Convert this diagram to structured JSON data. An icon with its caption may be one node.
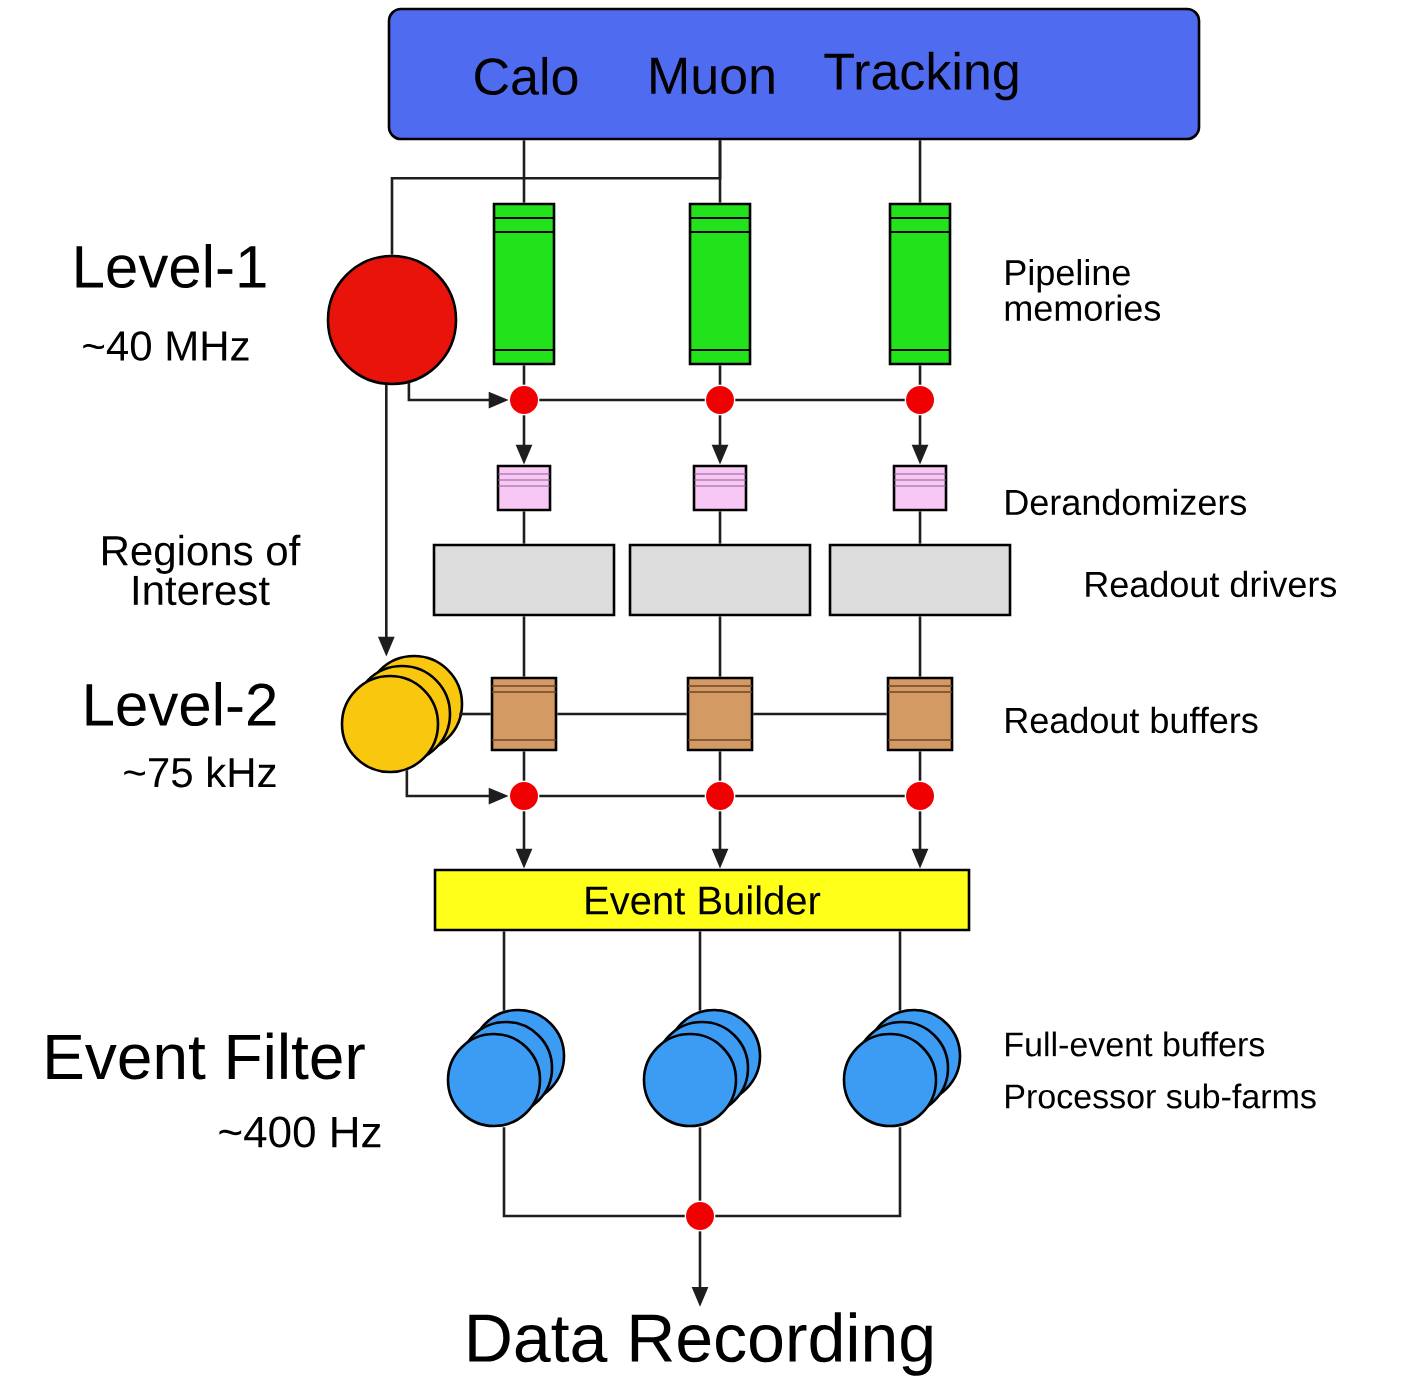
{
  "diagram": {
    "nodes": [
      {
        "text": [
          "Calo",
          "Muon",
          "Tracking"
        ]
      },
      {
        "text": [],
        "shape": "circle",
        "beside": [
          "Level-1",
          "~40 MHz"
        ]
      },
      {
        "text": [],
        "shape": "bar"
      },
      {
        "text": [],
        "shape": "bar"
      },
      {
        "text": [],
        "shape": "bar"
      },
      {
        "text": [],
        "shape": "circle"
      },
      {
        "text": [],
        "shape": "circle"
      },
      {
        "text": [],
        "shape": "circle"
      },
      {
        "text": [],
        "shape": "box"
      },
      {
        "text": [],
        "shape": "box"
      },
      {
        "text": [],
        "shape": "box"
      },
      {
        "text": [],
        "shape": "box"
      },
      {
        "text": [],
        "shape": "box"
      },
      {
        "text": [],
        "shape": "box"
      },
      {
        "text": [],
        "shape": "circle",
        "beside": [
          "Level-2",
          "~75 kHz"
        ]
      },
      {
        "text": [],
        "shape": "box"
      },
      {
        "text": [],
        "shape": "box"
      },
      {
        "text": [],
        "shape": "box"
      },
      {
        "text": [],
        "shape": "circle"
      },
      {
        "text": [],
        "shape": "circle"
      },
      {
        "text": [],
        "shape": "circle"
      },
      {
        "text": [
          "Event Builder"
        ]
      },
      {
        "text": [],
        "shape": "circle"
      },
      {
        "text": [],
        "shape": "circle"
      },
      {
        "text": [],
        "shape": "circle"
      },
      {
        "text": [],
        "shape": "circle"
      },
      {
        "text": [
          "Data Recording"
        ]
      }
    ],
    "edges": [
      {
        "from": 0,
        "to": 2,
        "arrow": "none"
      },
      {
        "from": 0,
        "to": 3,
        "arrow": "none"
      },
      {
        "from": 0,
        "to": 4,
        "arrow": "none"
      },
      {
        "from": 0,
        "to": 1,
        "arrow": "none"
      },
      {
        "from": 2,
        "to": 5,
        "arrow": "none"
      },
      {
        "from": 3,
        "to": 6,
        "arrow": "none"
      },
      {
        "from": 4,
        "to": 7,
        "arrow": "none"
      },
      {
        "from": 1,
        "to": 5,
        "arrow": "to"
      },
      {
        "from": 5,
        "to": 6,
        "arrow": "none"
      },
      {
        "from": 6,
        "to": 7,
        "arrow": "none"
      },
      {
        "from": 5,
        "to": 8,
        "arrow": "to"
      },
      {
        "from": 6,
        "to": 9,
        "arrow": "to"
      },
      {
        "from": 7,
        "to": 10,
        "arrow": "to"
      },
      {
        "from": 8,
        "to": 11,
        "arrow": "none"
      },
      {
        "from": 9,
        "to": 12,
        "arrow": "none"
      },
      {
        "from": 10,
        "to": 13,
        "arrow": "none"
      },
      {
        "from": 1,
        "to": 14,
        "arrow": "to",
        "label": "Regions of Interest"
      },
      {
        "from": 11,
        "to": 15,
        "arrow": "none"
      },
      {
        "from": 12,
        "to": 16,
        "arrow": "none"
      },
      {
        "from": 13,
        "to": 17,
        "arrow": "none"
      },
      {
        "from": 14,
        "to": 15,
        "arrow": "none"
      },
      {
        "from": 15,
        "to": 16,
        "arrow": "none"
      },
      {
        "from": 16,
        "to": 17,
        "arrow": "none"
      },
      {
        "from": 14,
        "to": 18,
        "arrow": "to"
      },
      {
        "from": 15,
        "to": 18,
        "arrow": "none"
      },
      {
        "from": 16,
        "to": 19,
        "arrow": "none"
      },
      {
        "from": 17,
        "to": 20,
        "arrow": "none"
      },
      {
        "from": 18,
        "to": 19,
        "arrow": "none"
      },
      {
        "from": 19,
        "to": 20,
        "arrow": "none"
      },
      {
        "from": 18,
        "to": 21,
        "arrow": "to"
      },
      {
        "from": 19,
        "to": 21,
        "arrow": "to"
      },
      {
        "from": 20,
        "to": 21,
        "arrow": "to"
      },
      {
        "from": 21,
        "to": 22,
        "arrow": "none"
      },
      {
        "from": 21,
        "to": 23,
        "arrow": "none"
      },
      {
        "from": 21,
        "to": 24,
        "arrow": "none"
      },
      {
        "from": 22,
        "to": 25,
        "arrow": "none"
      },
      {
        "from": 23,
        "to": 25,
        "arrow": "none"
      },
      {
        "from": 24,
        "to": 25,
        "arrow": "none"
      },
      {
        "from": 25,
        "to": 26,
        "arrow": "to"
      }
    ],
    "labels": [
      "Pipeline memories",
      "Derandomizers",
      "Readout drivers",
      "Readout buffers",
      "Event Filter",
      "~400 Hz",
      "Full-event buffers",
      "Processor sub-farms"
    ]
  }
}
